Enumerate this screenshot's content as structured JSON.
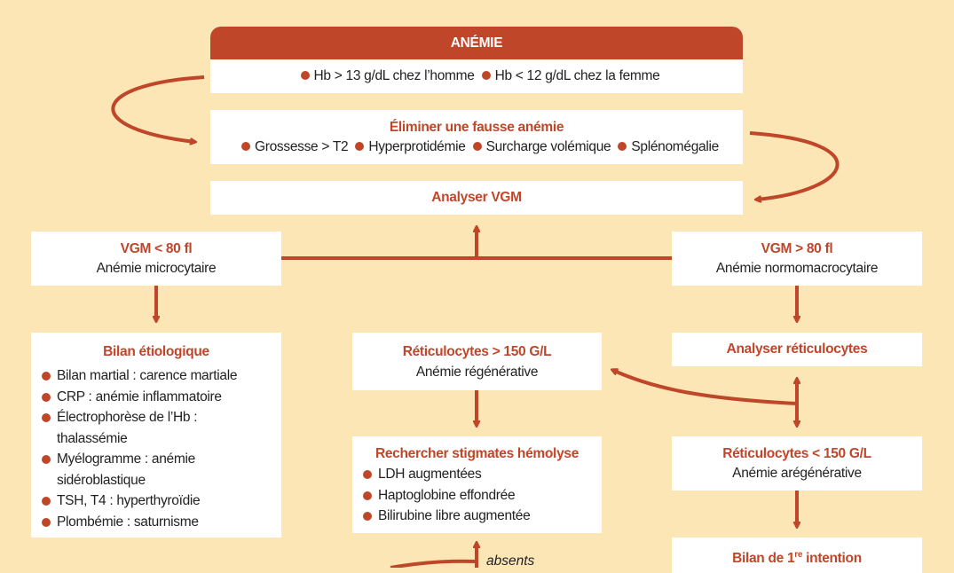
{
  "title": "ANÉMIE",
  "criteria": [
    "Hb > 13 g/dL chez l’homme",
    "Hb < 12 g/dL chez la femme"
  ],
  "eliminate": {
    "title": "Éliminer une fausse anémie",
    "items": [
      "Grossesse > T2",
      "Hyperprotidémie",
      "Surcharge volémique",
      "Splénomégalie"
    ]
  },
  "analyze_vgm": "Analyser VGM",
  "micro": {
    "title": "VGM < 80 fl",
    "sub": "Anémie microcytaire"
  },
  "macro": {
    "title": "VGM > 80 fl",
    "sub": "Anémie normomacrocytaire"
  },
  "bilan_etio": {
    "title": "Bilan étiologique",
    "items": [
      "Bilan martial : carence martiale",
      "CRP : anémie inflammatoire",
      "Électrophorèse de l’Hb : thalassémie",
      "Myélogramme : anémie sidéroblastique",
      "TSH, T4 : hyperthyroïdie",
      "Plombémie : saturnisme"
    ]
  },
  "retic_high": {
    "title": "Réticulocytes > 150 G/L",
    "sub": "Anémie régénérative"
  },
  "analyze_retic": "Analyser réticulocytes",
  "hemolyse": {
    "title": "Rechercher stigmates hémolyse",
    "items": [
      "LDH augmentées",
      "Haptoglobine effondrée",
      "Bilirubine libre augmentée"
    ]
  },
  "retic_low": {
    "title": "Réticulocytes < 150 G/L",
    "sub": "Anémie arégénérative"
  },
  "bilan1": {
    "title_a": "Bilan de 1",
    "title_sup": "re",
    "title_b": " intention"
  },
  "absents": "absents",
  "colors": {
    "accent": "#c0462a",
    "background": "#fce6b6"
  }
}
